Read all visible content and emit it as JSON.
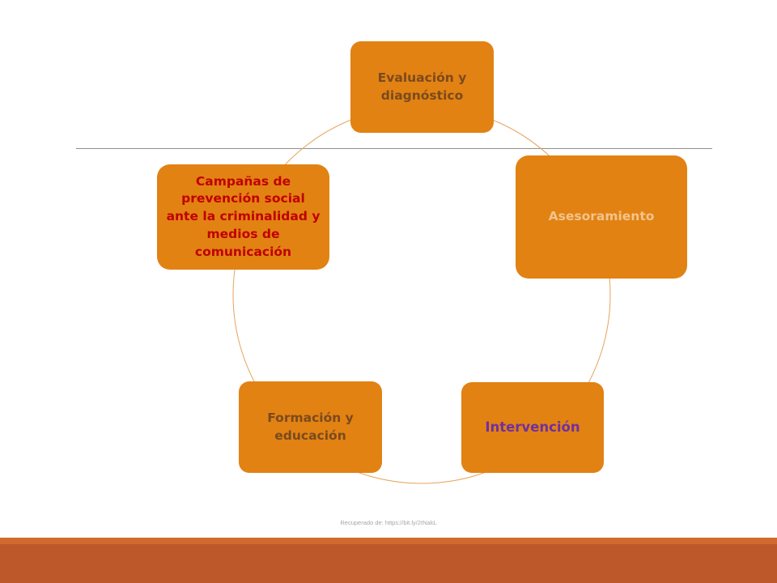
{
  "diagram": {
    "nodes": [
      {
        "label": "Evaluación y diagnóstico"
      },
      {
        "label": "Asesoramiento"
      },
      {
        "label": "Intervención"
      },
      {
        "label": "Formación y educación"
      },
      {
        "label": "Campañas de prevención social ante la criminalidad y medios de comunicación"
      }
    ]
  },
  "source_note": "Recuperado de: https://bit.ly/2INakL",
  "colors": {
    "node_fill": "#e28213",
    "cycle_line": "#e6a45c",
    "footer_bar": "#bd582b",
    "evaluacion_text": "#7a4a1e",
    "asesoramiento_text": "#f2c48d",
    "intervencion_text": "#7030a0",
    "formacion_text": "#7a4a1e",
    "campanas_text": "#c00000"
  }
}
